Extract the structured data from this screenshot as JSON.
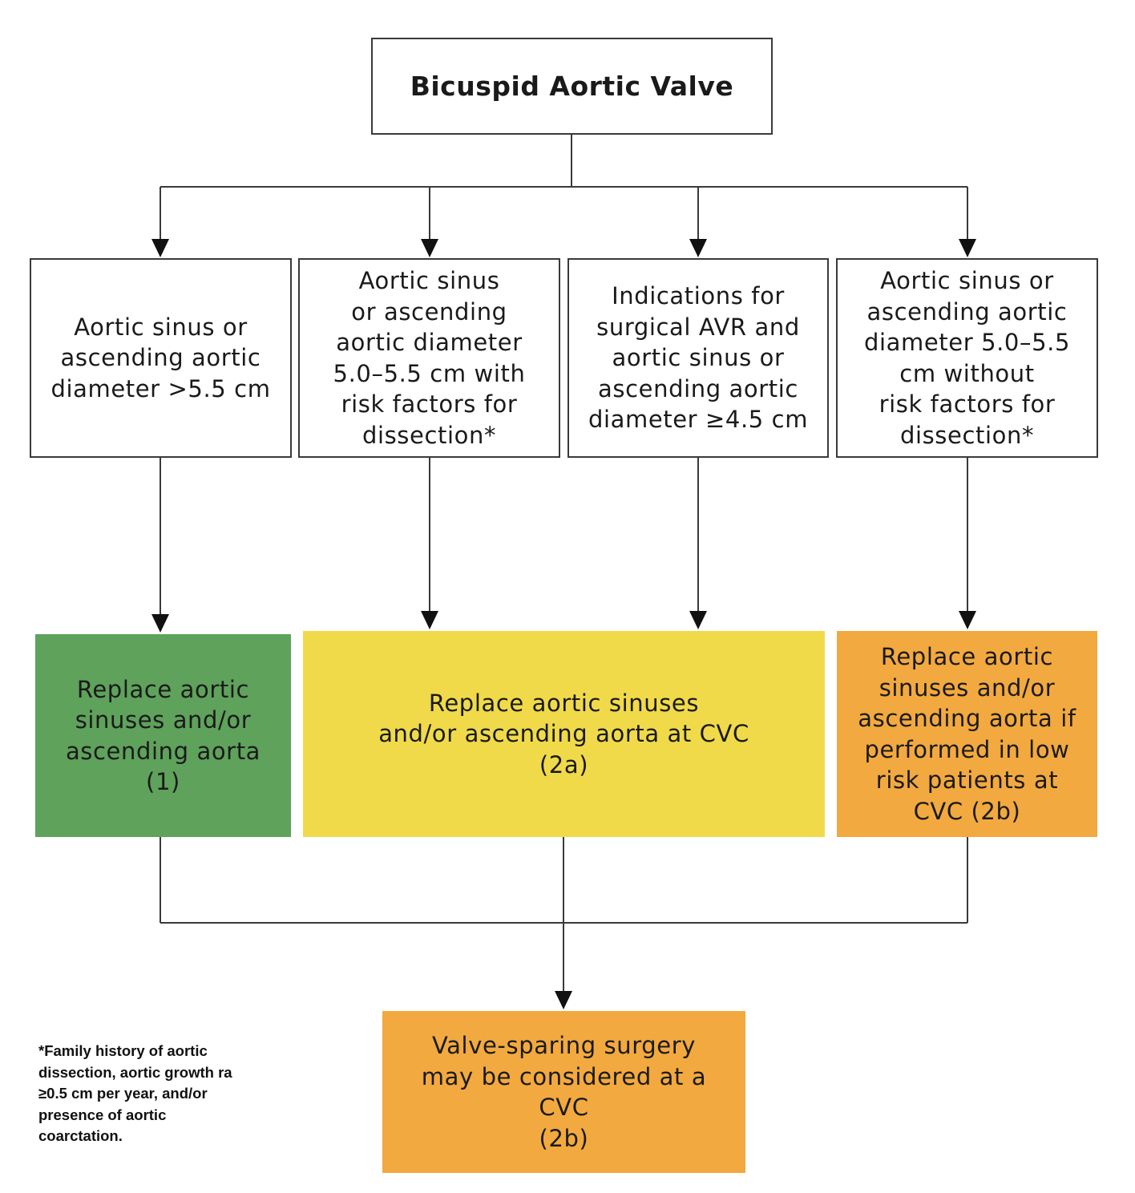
{
  "title": "Bicuspid Aortic Valve",
  "conditions": [
    "Aortic sinus or\nascending aortic\ndiameter >5.5 cm",
    "Aortic sinus\nor ascending\naortic diameter\n5.0–5.5 cm with\nrisk factors for\ndissection*",
    "Indications for\nsurgical AVR and\naortic sinus or\nascending aortic\ndiameter ≥4.5 cm",
    "Aortic sinus or\nascending aortic\ndiameter 5.0–5.5\ncm without\nrisk factors for\ndissection*"
  ],
  "outcomes": [
    "Replace aortic\nsinuses and/or\nascending aorta\n(1)",
    "Replace aortic sinuses\nand/or ascending aorta at CVC\n(2a)",
    "Replace aortic\nsinuses and/or\nascending aorta if\nperformed in low\nrisk patients at\nCVC (2b)"
  ],
  "final": "Valve-sparing surgery\nmay be considered at a\nCVC\n(2b)",
  "footnote": "*Family history of aortic\ndissection, aortic growth ra\n≥0.5 cm per year, and/or\npresence of aortic\ncoarctation.",
  "colors": {
    "class1": "#5fa25b",
    "class2a": "#f0da4a",
    "class2b": "#f2a93f",
    "line": "#3a3a3a"
  }
}
